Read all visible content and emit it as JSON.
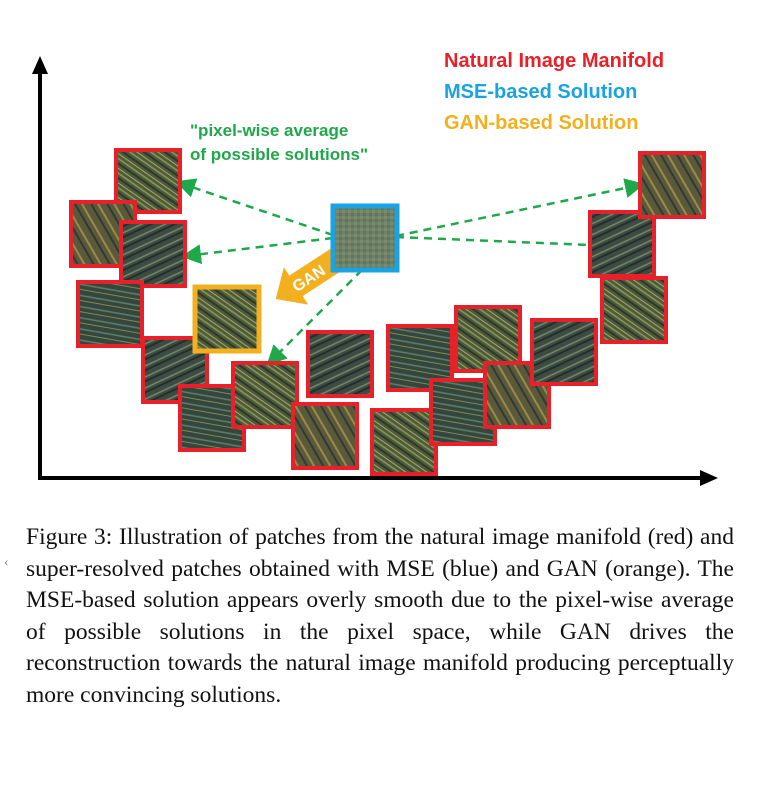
{
  "legend": [
    {
      "label": "Natural Image Manifold",
      "color": "#e8202a"
    },
    {
      "label": "MSE-based Solution",
      "color": "#1aa3e0"
    },
    {
      "label": "GAN-based Solution",
      "color": "#f2b01e"
    }
  ],
  "annotation": {
    "line1": "\"pixel-wise average",
    "line2": "of possible solutions\""
  },
  "gan_arrow_label": "GAN",
  "colors": {
    "manifold": "#e8202a",
    "mse": "#1aa3e0",
    "gan": "#f2b01e",
    "guide": "#1fa84a",
    "axis": "#000000"
  },
  "caption": "Figure 3: Illustration of patches from the natural image manifold (red) and super-resolved patches obtained with MSE (blue) and GAN (orange). The MSE-based solution appears overly smooth due to the pixel-wise average of possible solutions in the pixel space, while GAN drives the reconstruction towards the natural image manifold producing perceptually more convincing solutions.",
  "edge_mark": "‹"
}
